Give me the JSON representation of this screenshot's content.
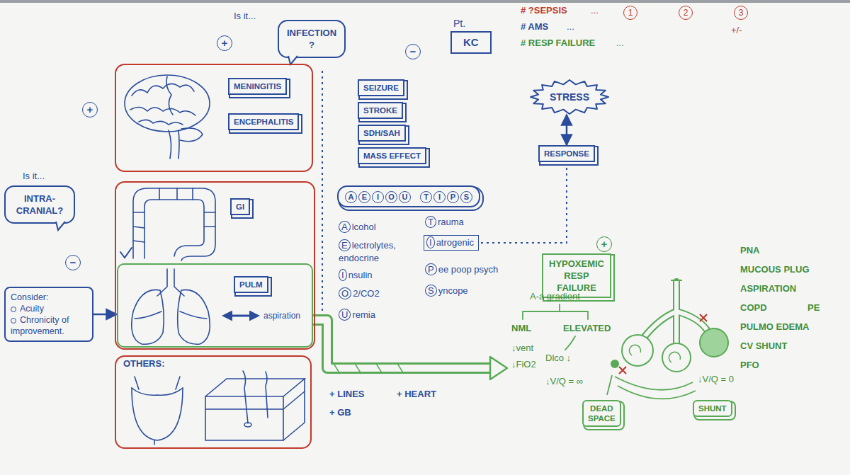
{
  "diagram": {
    "nodes": [
      {
        "text": [
          "INFECTION ?"
        ]
      },
      {
        "text": [
          "Pt.",
          "KC"
        ]
      },
      {
        "text": []
      },
      {
        "text": [
          "MENINGITIS"
        ],
        "in": 2
      },
      {
        "text": [
          "ENCEPHALITIS"
        ],
        "in": 2
      },
      {
        "text": [
          "INTRA-CRANIAL?"
        ]
      },
      {
        "text": []
      },
      {
        "text": [
          "GI"
        ],
        "in": 6
      },
      {
        "text": [],
        "in": 6
      },
      {
        "text": [
          "PULM"
        ],
        "in": 8
      },
      {
        "text": [
          "Consider:",
          "Acuity",
          "Chronicity of improvement."
        ]
      },
      {
        "text": [
          "OTHERS:"
        ]
      },
      {
        "text": [
          "SEIZURE"
        ]
      },
      {
        "text": [
          "STROKE"
        ]
      },
      {
        "text": [
          "SDH/SAH"
        ]
      },
      {
        "text": [
          "MASS EFFECT"
        ]
      },
      {
        "text": [
          "A",
          "E",
          "I",
          "O",
          "U",
          "T",
          "I",
          "P",
          "S"
        ]
      },
      {
        "text": [
          "Iatrogenic"
        ]
      },
      {
        "text": [
          "STRESS"
        ]
      },
      {
        "text": [
          "RESPONSE"
        ]
      },
      {
        "text": [
          "HYPOXEMIC RESP FAILURE"
        ]
      },
      {
        "text": [
          "DEAD SPACE"
        ]
      },
      {
        "text": [
          "SHUNT"
        ]
      }
    ],
    "edges": [
      {
        "from": 10,
        "to": 8,
        "arrow": "to"
      },
      {
        "from": 18,
        "to": 19,
        "arrow": "both"
      },
      {
        "from": 19,
        "to": 17,
        "arrow": "none"
      }
    ],
    "labels": [
      "Is it...",
      "+",
      "−",
      "# ?SEPSIS",
      "...",
      "# AMS",
      "...",
      "# RESP FAILURE",
      "...",
      "1",
      "2",
      "3",
      "+/-",
      "+",
      "Is it...",
      "−",
      "aspiration",
      "+ LINES",
      "+ GB",
      "+ HEART",
      "Alcohol",
      "Electrolytes, endocrine",
      "Insulin",
      "O2/CO2",
      "Uremia",
      "Trauma",
      "Pee poop psych",
      "Syncope",
      "+",
      "A-a gradient",
      "NML",
      "ELEVATED",
      "↓vent",
      "↓FiO2",
      "Dlco ↓",
      "↓V/Q = ∞",
      "↓V/Q = 0",
      "PNA",
      "MUCOUS PLUG",
      "ASPIRATION",
      "COPD",
      "PULMO EDEMA",
      "CV SHUNT",
      "PFO",
      "PE"
    ]
  }
}
